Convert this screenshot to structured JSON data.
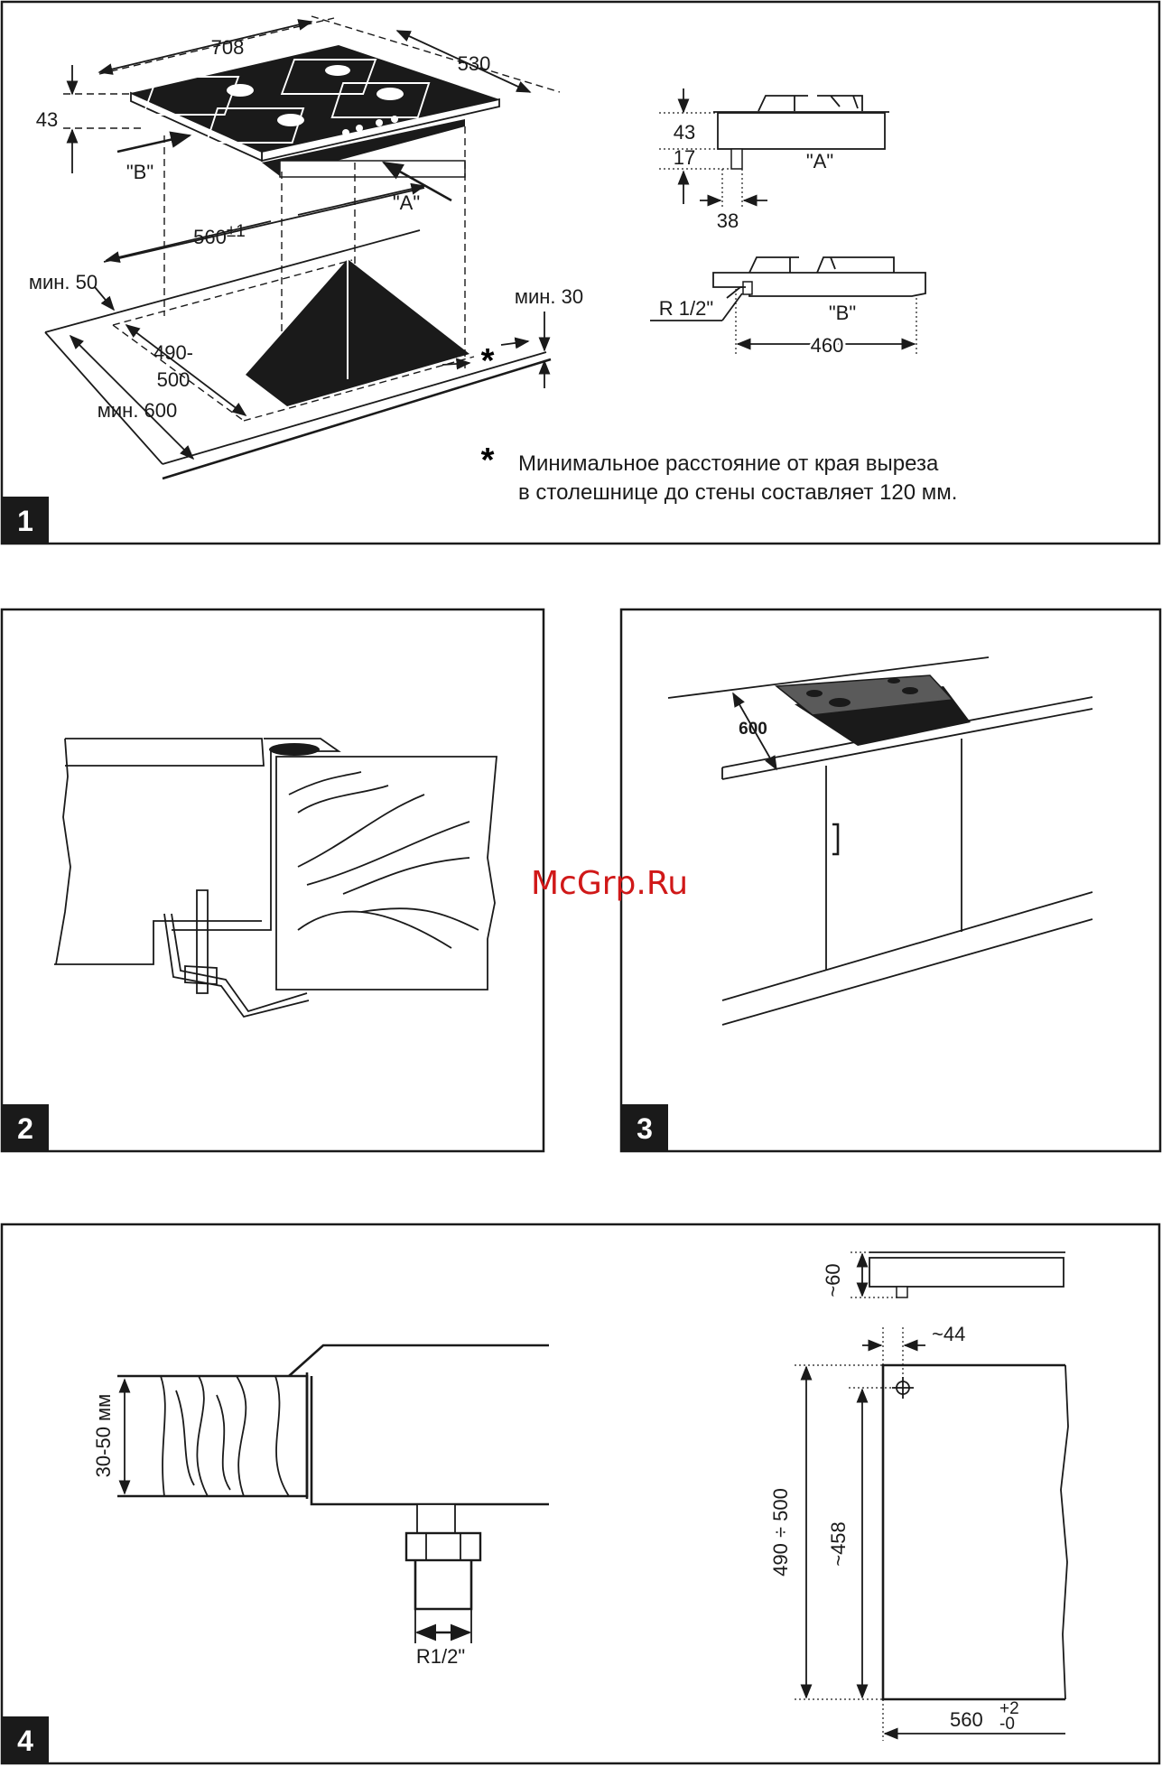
{
  "watermark": "McGrp.Ru",
  "panel1": {
    "number": "1",
    "dim_width": "708",
    "dim_depth": "530",
    "dim_height": "43",
    "view_b": "\"B\"",
    "view_a": "\"A\"",
    "cutout_width": "560",
    "cutout_width_tol": "±1",
    "min_50": "мин. 50",
    "min_30": "мин. 30",
    "cutout_depth_top": "490-",
    "cutout_depth_bottom": "500",
    "min_600": "мин. 600",
    "asterisk": "*",
    "note_line1": "Минимальное расстояние от края выреза",
    "note_line2": "в столешнице до стены составляет 120 мм.",
    "side_a_43": "43",
    "side_a_17": "17",
    "side_a_38": "38",
    "side_a_label": "\"A\"",
    "side_b_thread": "R 1/2\"",
    "side_b_label": "\"B\"",
    "side_b_460": "460"
  },
  "panel2": {
    "number": "2"
  },
  "panel3": {
    "number": "3",
    "dim_600": "600"
  },
  "panel4": {
    "number": "4",
    "thickness": "30-50 мм",
    "thread": "R1/2\"",
    "dim_60": "~60",
    "dim_44": "~44",
    "dim_490_500": "490 ÷ 500",
    "dim_458": "~458",
    "dim_560": "560",
    "dim_560_tol_up": "+2",
    "dim_560_tol_down": "-0"
  }
}
